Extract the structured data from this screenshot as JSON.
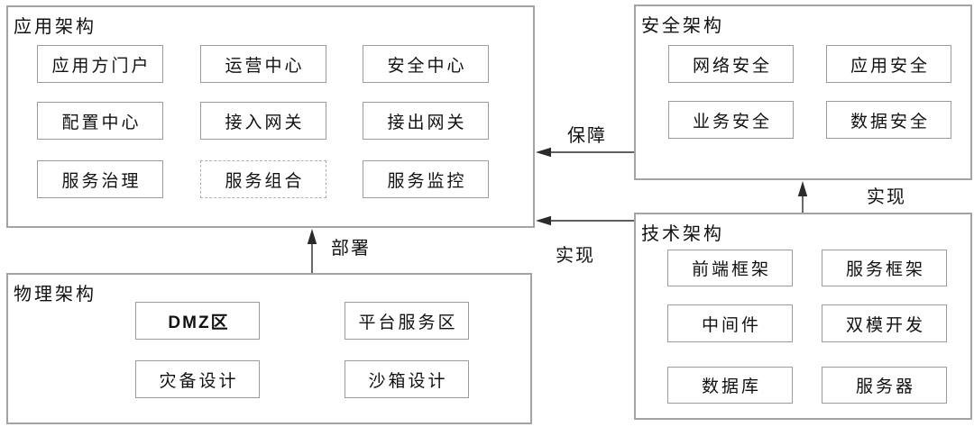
{
  "groups": {
    "app": {
      "title": "应用架构",
      "items": [
        "应用方门户",
        "运营中心",
        "安全中心",
        "配置中心",
        "接入网关",
        "接出网关",
        "服务治理",
        "服务组合",
        "服务监控"
      ]
    },
    "security": {
      "title": "安全架构",
      "items": [
        "网络安全",
        "应用安全",
        "业务安全",
        "数据安全"
      ]
    },
    "tech": {
      "title": "技术架构",
      "items": [
        "前端框架",
        "服务框架",
        "中间件",
        "双模开发",
        "数据库",
        "服务器"
      ]
    },
    "physical": {
      "title": "物理架构",
      "items": [
        "DMZ区",
        "平台服务区",
        "灾备设计",
        "沙箱设计"
      ]
    }
  },
  "arrows": {
    "baozhang": "保障",
    "shixian_h": "实现",
    "shixian_v": "实现",
    "bushu": "部署"
  },
  "colors": {
    "border_outer": "#a3a3a3",
    "border_inner": "#9b9b9b",
    "border_dashed": "#b0b0b0",
    "arrow": "#2b2b2b",
    "text": "#111111",
    "background": "#ffffff"
  }
}
